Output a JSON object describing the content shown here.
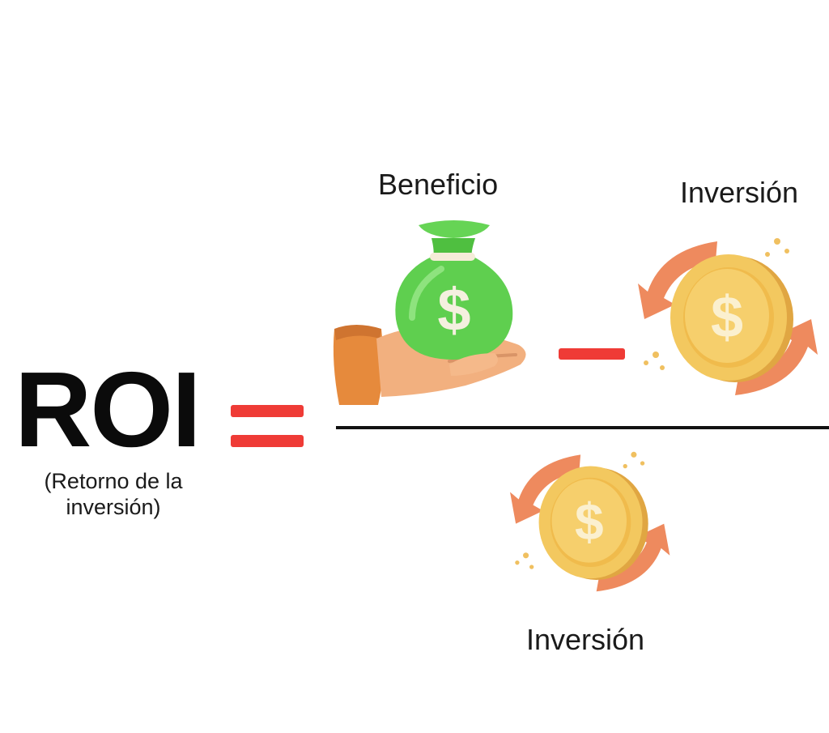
{
  "formula": {
    "title": "ROI",
    "subtitle": "(Retorno de la inversión)",
    "numerator_left_label": "Beneficio",
    "numerator_right_label": "Inversión",
    "denominator_label": "Inversión",
    "operator_equals": "=",
    "operator_minus": "−"
  },
  "colors": {
    "operator_red": "#ef3b36",
    "bag_green": "#5fcf4f",
    "coin_gold": "#f3c85f",
    "arrow_orange": "#ee8a5e",
    "hand_skin": "#f2b07f",
    "sleeve_orange": "#e68a3c"
  },
  "icons": {
    "benefit": "hand-holding-money-bag-icon",
    "investment": "coin-cycle-icon"
  }
}
